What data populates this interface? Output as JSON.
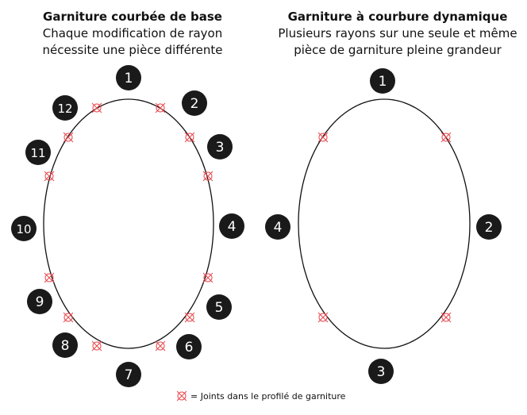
{
  "left_panel": {
    "title": "Garniture courbée de base",
    "subtitle_line1": "Chaque modification de rayon",
    "subtitle_line2": "nécessite une pièce différente",
    "labels": [
      "1",
      "2",
      "3",
      "4",
      "5",
      "6",
      "7",
      "8",
      "9",
      "10",
      "11",
      "12"
    ],
    "joint_count": 12
  },
  "right_panel": {
    "title": "Garniture à courbure dynamique",
    "subtitle_line1": "Plusieurs rayons sur une seule et même",
    "subtitle_line2": "pièce de garniture pleine grandeur",
    "labels": [
      "1",
      "2",
      "3",
      "4"
    ],
    "joint_count": 4
  },
  "legend": {
    "icon": "joint-marker-icon",
    "text": "= Joints dans le profilé de garniture"
  },
  "colors": {
    "joint": "#e8484e",
    "badge": "#1a1a1a",
    "outline": "#111111"
  }
}
